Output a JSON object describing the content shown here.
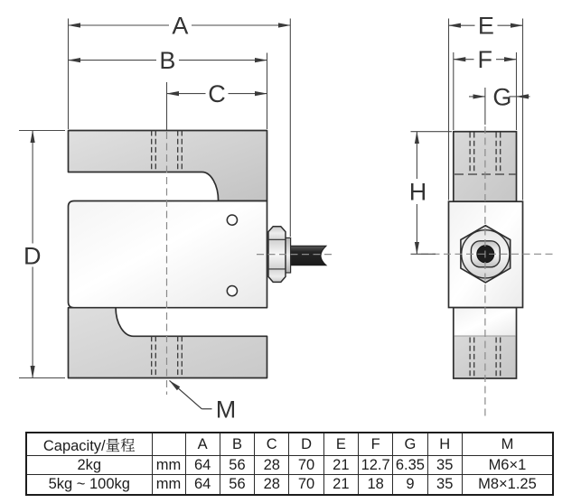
{
  "drawing": {
    "description": "S-type load cell dimension drawing, front view and side view",
    "front_view": {
      "dim_a": "A",
      "dim_b": "B",
      "dim_c": "C",
      "dim_d": "D",
      "leader_m": "M"
    },
    "side_view": {
      "dim_e": "E",
      "dim_f": "F",
      "dim_g": "G",
      "dim_h": "H"
    }
  },
  "table": {
    "header": [
      "Capacity/量程",
      "",
      "A",
      "B",
      "C",
      "D",
      "E",
      "F",
      "G",
      "H",
      "M"
    ],
    "rows": [
      [
        "2kg",
        "mm",
        "64",
        "56",
        "28",
        "70",
        "21",
        "12.7",
        "6.35",
        "35",
        "M6×1"
      ],
      [
        "5kg ~ 100kg",
        "mm",
        "64",
        "56",
        "28",
        "70",
        "21",
        "18",
        "9",
        "35",
        "M8×1.25"
      ]
    ]
  },
  "colors": {
    "background": "#ffffff",
    "outline": "#2e2e2e",
    "dimension_line": "#4a4a4a",
    "centerline": "#8a8a8a",
    "metal_light": "#f6f6f6",
    "metal_gray": "#cfcfcf",
    "cable": "#262626",
    "table_border": "#1c1c1c"
  }
}
